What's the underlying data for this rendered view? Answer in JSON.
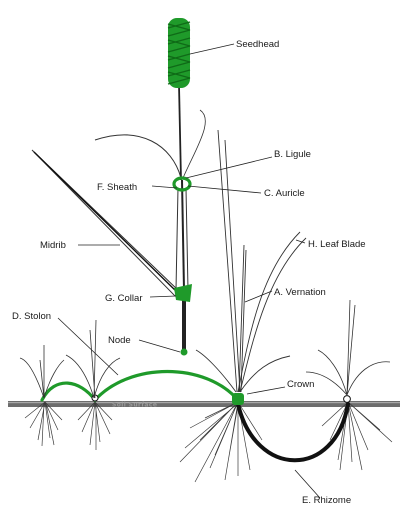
{
  "diagram": {
    "labels": {
      "seedhead": "Seedhead",
      "ligule": "B. Ligule",
      "sheath": "F. Sheath",
      "auricle": "C. Auricle",
      "midrib": "Midrib",
      "leaf_blade": "H. Leaf Blade",
      "vernation": "A. Vernation",
      "collar": "G. Collar",
      "stolon": "D. Stolon",
      "node": "Node",
      "crown": "Crown",
      "rhizome": "E. Rhizome"
    },
    "soil_surface": "Soil Surface",
    "colors": {
      "green": "#1f9a2a",
      "dark": "#222222",
      "soil": "#6a6a6a"
    }
  }
}
